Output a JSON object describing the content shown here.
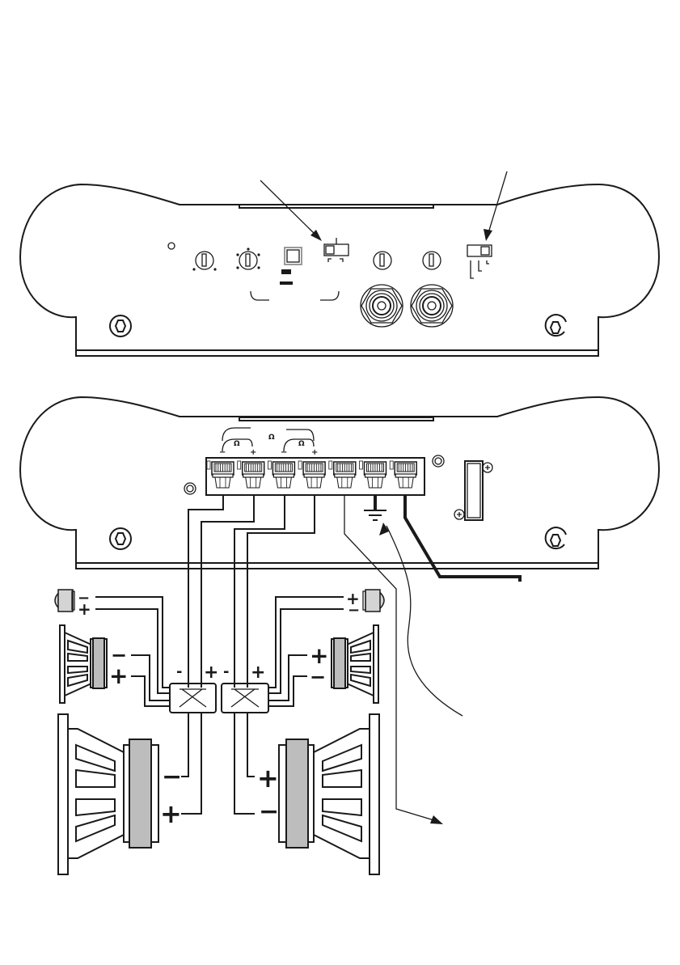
{
  "figure": {
    "type": "amplifier wiring diagram",
    "top_panel": {
      "name": "amplifier front/input panel",
      "controls": [
        "led-indicator",
        "gain-knob",
        "crossover-frequency-knob",
        "push-button",
        "slide-switch-left",
        "rca-level-knob-1",
        "rca-level-knob-2",
        "slide-switch-right"
      ],
      "rca_inputs": 2
    },
    "bottom_panel": {
      "name": "amplifier power/speaker panel",
      "terminal_count": 7,
      "ohm_symbol": "Ω",
      "terminal_labels": [
        "−",
        "Ω",
        "+",
        "−",
        "Ω",
        "+"
      ],
      "bridge_ohm": "Ω",
      "fuse_holder": true
    },
    "polarity": {
      "tweeter_left": [
        "−",
        "+"
      ],
      "midrange_left": [
        "−",
        "+"
      ],
      "crossover_left": [
        "-",
        "+"
      ],
      "crossover_right": [
        "-",
        "+"
      ],
      "tweeter_right": [
        "+",
        "−"
      ],
      "midrange_right": [
        "+",
        "−"
      ],
      "woofer_left": [
        "−",
        "+"
      ],
      "woofer_right": [
        "+",
        "−"
      ]
    },
    "colors": {
      "line": "#1a1a1a",
      "magnet": "#bdbdbd",
      "tweeter_dome": "#d4d4d4",
      "background": "#ffffff"
    }
  }
}
